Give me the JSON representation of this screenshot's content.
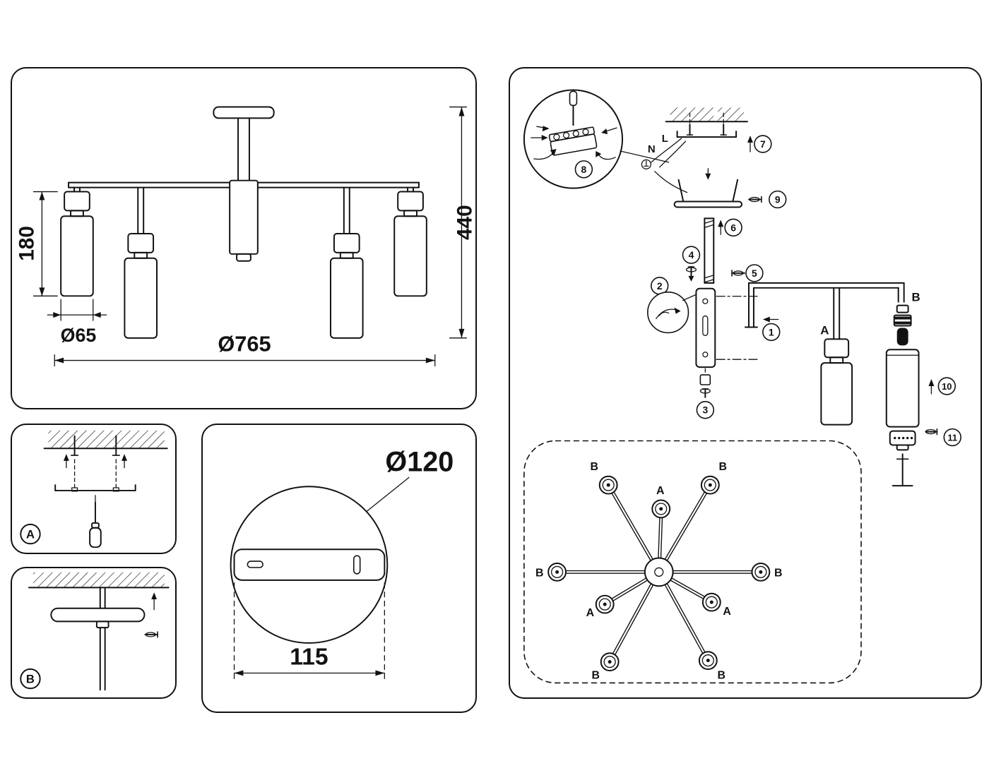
{
  "front_view": {
    "dim_shade_height": "180",
    "dim_shade_diameter": "Ø65",
    "dim_total_diameter": "Ø765",
    "dim_fixture_height": "440"
  },
  "detail_panels": {
    "a_label": "A",
    "b_label": "B"
  },
  "canopy_view": {
    "dim_canopy_diameter": "Ø120",
    "dim_mount_spacing": "115"
  },
  "assembly_view": {
    "steps": [
      "1",
      "2",
      "3",
      "4",
      "5",
      "6",
      "7",
      "8",
      "9",
      "10",
      "11"
    ],
    "wire_live": "L",
    "wire_neutral": "N",
    "arm_short_label": "A",
    "arm_long_label": "B"
  },
  "layout_view": {
    "labels": [
      "B",
      "B",
      "A",
      "B",
      "B",
      "A",
      "A",
      "B",
      "B"
    ]
  }
}
